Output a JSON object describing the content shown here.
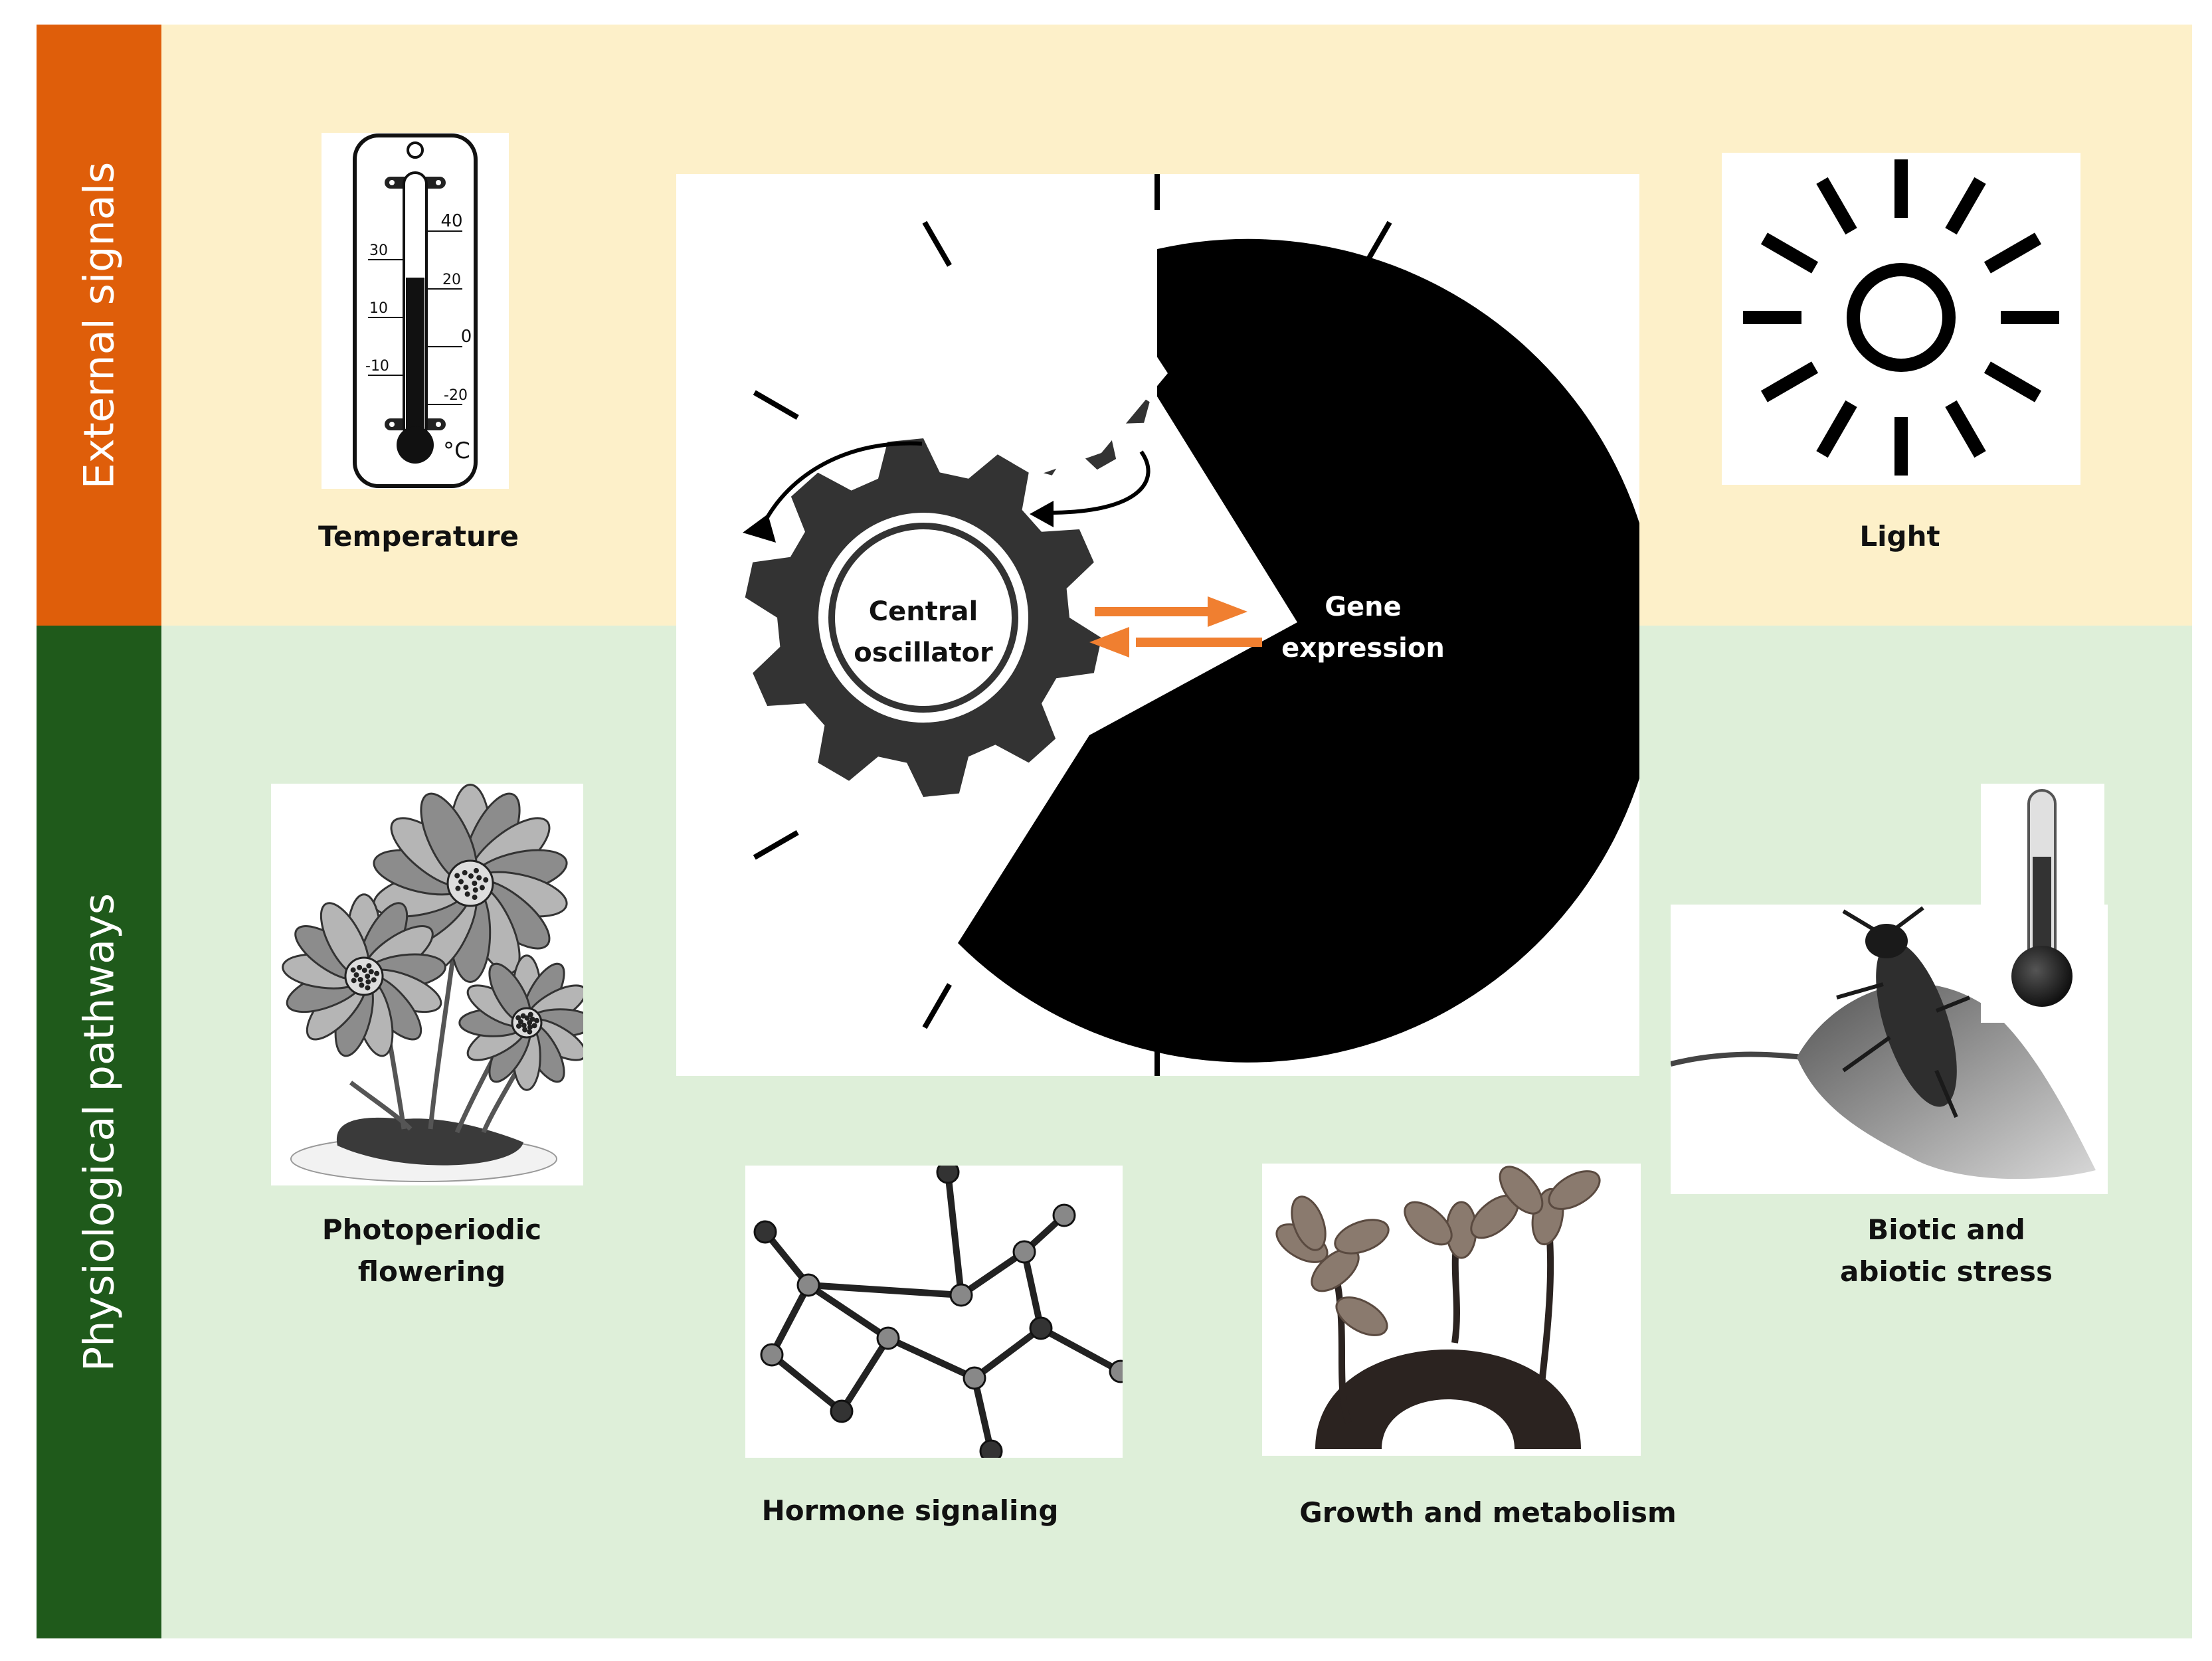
{
  "bands": {
    "external": {
      "label": "External signals",
      "color": "#df5e0a",
      "background": "#fdf0c9"
    },
    "physiological": {
      "label": "Physiological pathways",
      "color": "#1f5a1b",
      "background": "#deefd9"
    }
  },
  "inputs": {
    "temperature": {
      "label": "Temperature",
      "scale_left": [
        "30",
        "10",
        "-10"
      ],
      "scale_right": [
        "40",
        "20",
        "0",
        "-20"
      ],
      "unit": "°C",
      "icon": "thermometer-icon"
    },
    "light": {
      "label": "Light",
      "icon": "sun-icon"
    }
  },
  "clock": {
    "oscillator_label": "Central\noscillator",
    "expression_label": "Gene\nexpression",
    "arrow_color": "#f07f30",
    "gear_color": "#333333",
    "sector_color": "#000000"
  },
  "outputs": {
    "flowering": {
      "label": "Photoperiodic\nflowering",
      "icon": "flowers-icon"
    },
    "hormone": {
      "label": "Hormone signaling",
      "icon": "molecule-icon"
    },
    "growth": {
      "label": "Growth and metabolism",
      "icon": "sprouts-icon"
    },
    "stress": {
      "label": "Biotic and\nabiotic stress",
      "icon": "beetle-leaf-icon"
    }
  }
}
